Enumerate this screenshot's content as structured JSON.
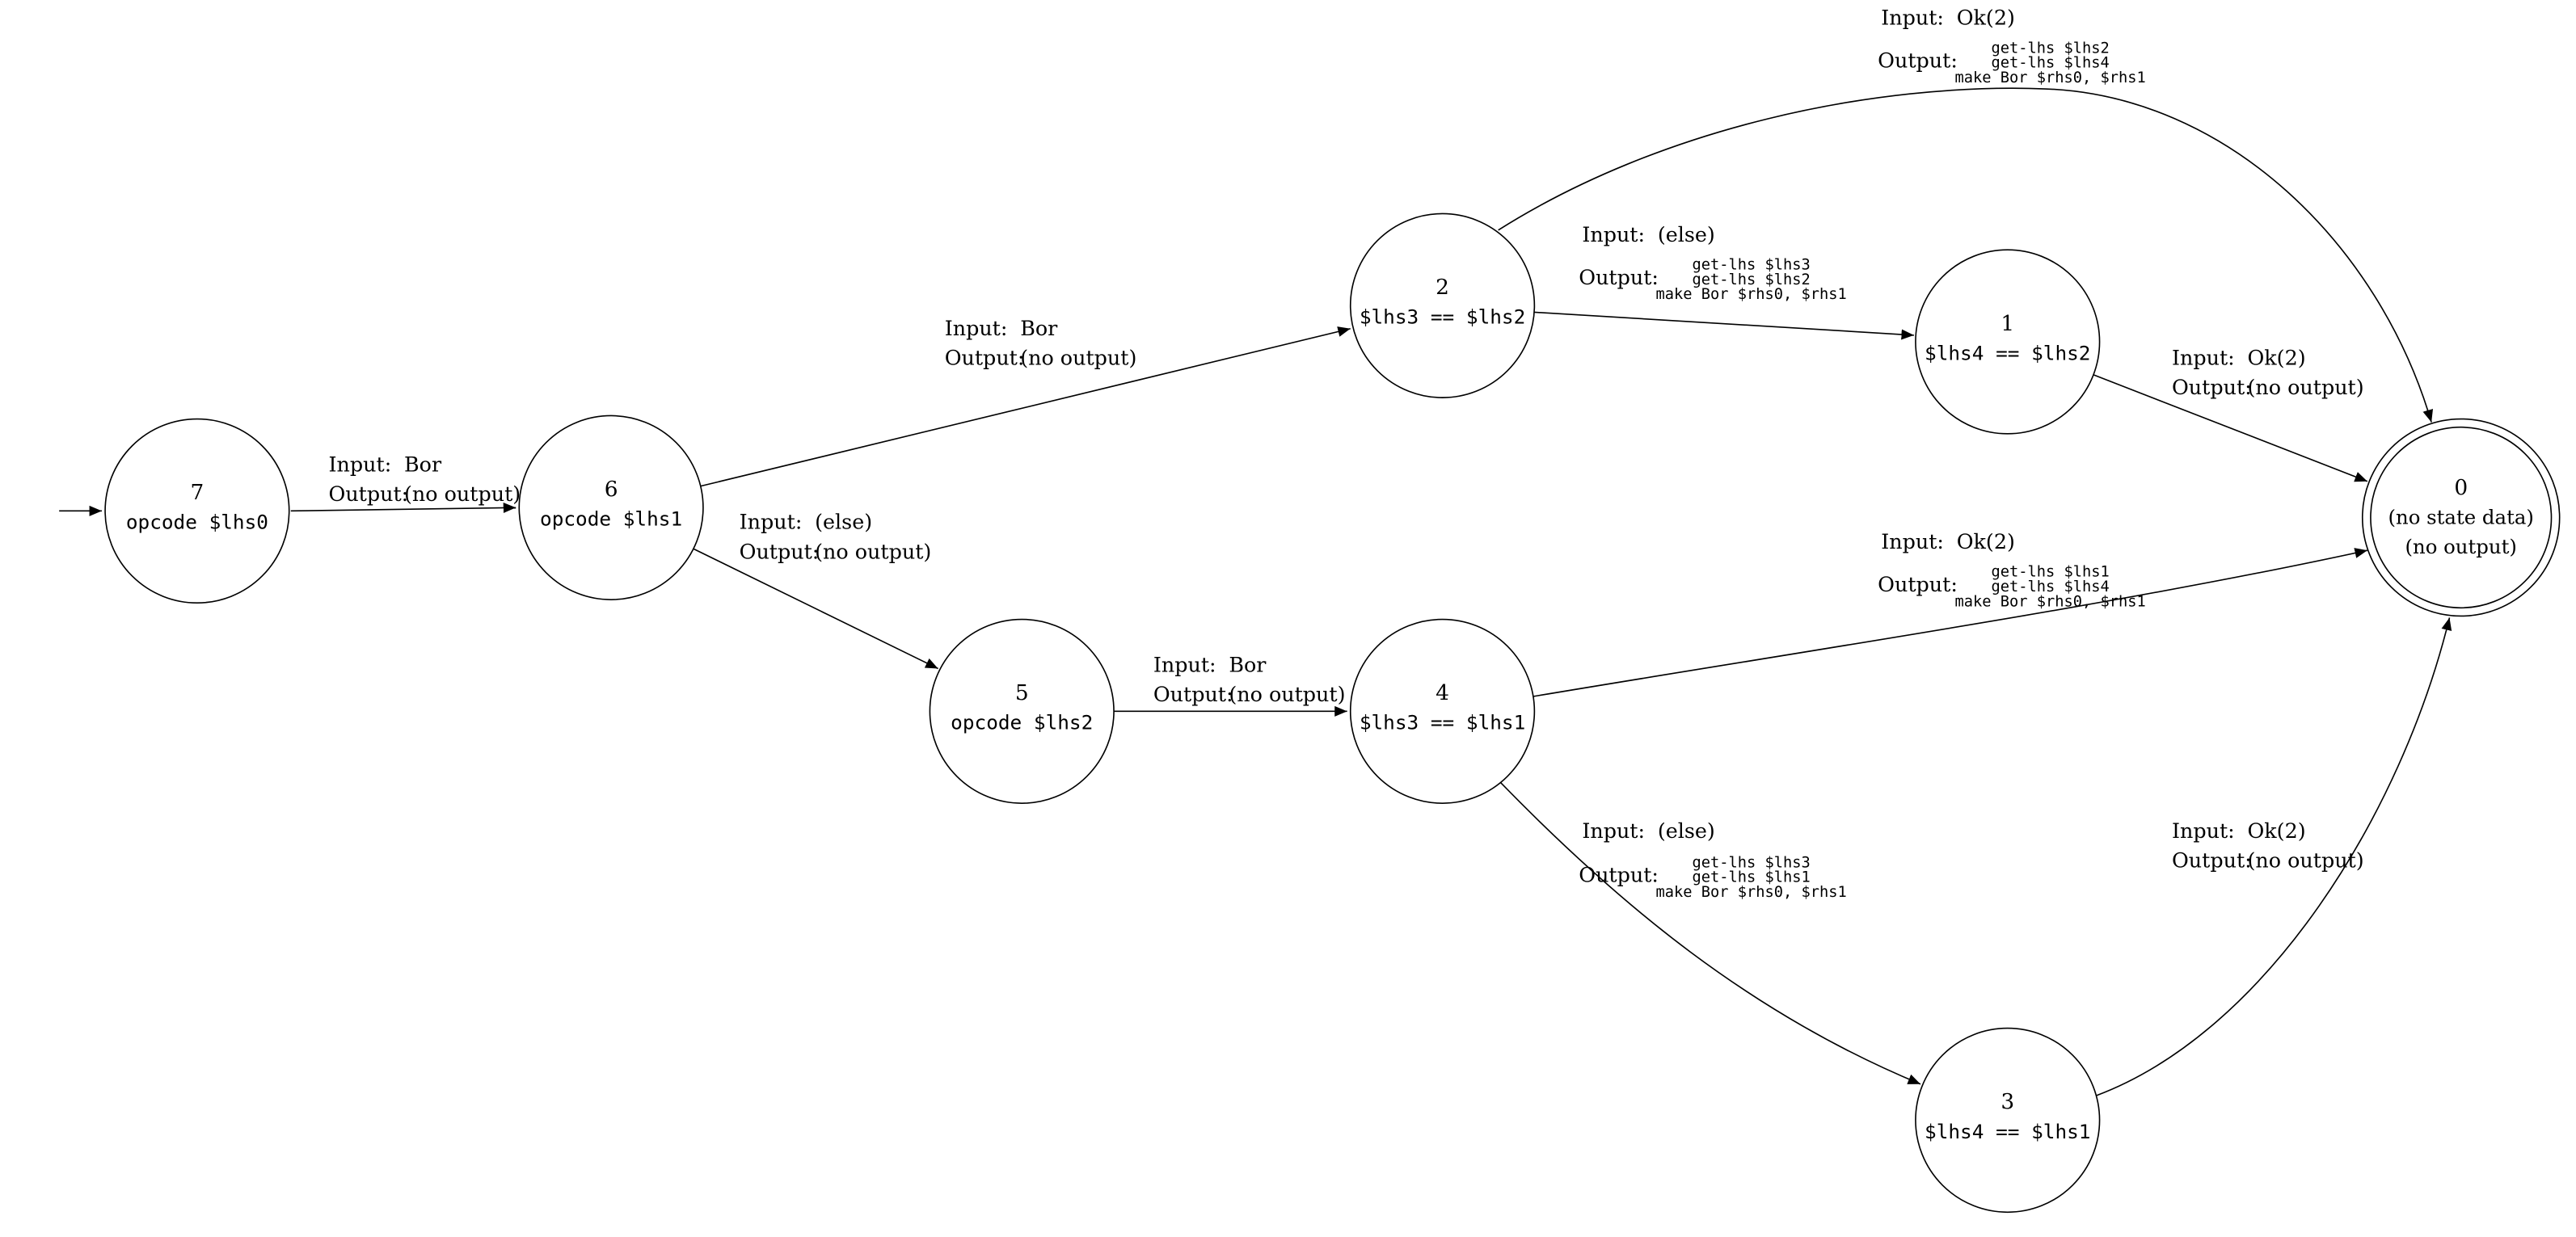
{
  "labels": {
    "input": "Input:",
    "output": "Output:"
  },
  "start": {
    "to": "7"
  },
  "states": {
    "s7": {
      "id": "7",
      "code": "opcode $lhs0"
    },
    "s6": {
      "id": "6",
      "code": "opcode $lhs1"
    },
    "s5": {
      "id": "5",
      "code": "opcode $lhs2"
    },
    "s2": {
      "id": "2",
      "code": "$lhs3 == $lhs2"
    },
    "s1": {
      "id": "1",
      "code": "$lhs4 == $lhs2"
    },
    "s4": {
      "id": "4",
      "code": "$lhs3 == $lhs1"
    },
    "s3": {
      "id": "3",
      "code": "$lhs4 == $lhs1"
    },
    "s0": {
      "id": "0",
      "line1": "(no state data)",
      "line2": "(no output)"
    }
  },
  "edges": {
    "e7_6": {
      "from": "7",
      "to": "6",
      "input": "Bor",
      "output": "(no output)"
    },
    "e6_2": {
      "from": "6",
      "to": "2",
      "input": "Bor",
      "output": "(no output)"
    },
    "e6_5": {
      "from": "6",
      "to": "5",
      "input": "(else)",
      "output": "(no output)"
    },
    "e2_0": {
      "from": "2",
      "to": "0",
      "input": "Ok(2)",
      "output1": "get-lhs $lhs2",
      "output2": "get-lhs $lhs4",
      "output3": "make Bor $rhs0, $rhs1"
    },
    "e2_1": {
      "from": "2",
      "to": "1",
      "input": "(else)",
      "output1": "get-lhs $lhs3",
      "output2": "get-lhs $lhs2",
      "output3": "make Bor $rhs0, $rhs1"
    },
    "e1_0": {
      "from": "1",
      "to": "0",
      "input": "Ok(2)",
      "output": "(no output)"
    },
    "e5_4": {
      "from": "5",
      "to": "4",
      "input": "Bor",
      "output": "(no output)"
    },
    "e4_0": {
      "from": "4",
      "to": "0",
      "input": "Ok(2)",
      "output1": "get-lhs $lhs1",
      "output2": "get-lhs $lhs4",
      "output3": "make Bor $rhs0, $rhs1"
    },
    "e4_3": {
      "from": "4",
      "to": "3",
      "input": "(else)",
      "output1": "get-lhs $lhs3",
      "output2": "get-lhs $lhs1",
      "output3": "make Bor $rhs0, $rhs1"
    },
    "e3_0": {
      "from": "3",
      "to": "0",
      "input": "Ok(2)",
      "output": "(no output)"
    }
  }
}
